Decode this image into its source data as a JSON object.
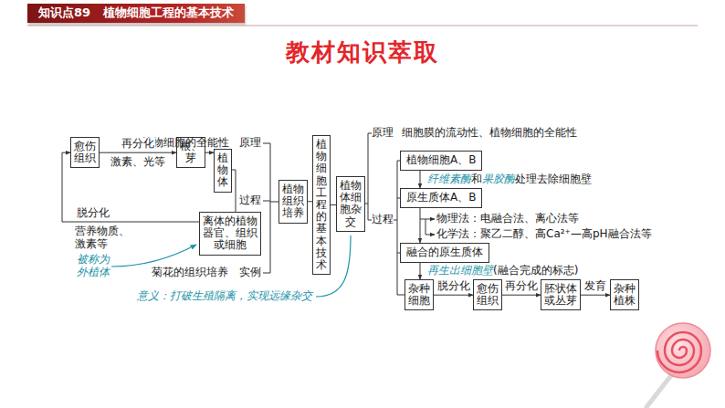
{
  "diagram": {
    "title": "教材知识萃取",
    "nodes": [
      {
        "text": [
          "知识点89",
          "植物细胞工程的基本技术"
        ]
      },
      {
        "text": [
          "愈伤组织"
        ]
      },
      {
        "text": [
          "根、芽"
        ]
      },
      {
        "text": [
          "植物体"
        ]
      },
      {
        "text": [
          "离体的植物器官、组织或细胞"
        ]
      },
      {
        "text": [
          "植物组织培养"
        ]
      },
      {
        "text": [
          "植物细胞工程的基本技术"
        ]
      },
      {
        "text": [
          "植物体细胞杂交"
        ]
      },
      {
        "text": [
          "植物细胞A、B"
        ]
      },
      {
        "text": [
          "原生质体A、B"
        ]
      },
      {
        "text": [
          "融合的原生质体"
        ]
      },
      {
        "text": [
          "杂种细胞"
        ]
      },
      {
        "text": [
          "愈伤组织"
        ]
      },
      {
        "text": [
          "胚状体或丛芽"
        ]
      },
      {
        "text": [
          "杂种植株"
        ]
      }
    ],
    "edges": [
      {
        "from": 1,
        "to": 2,
        "label": "再分化",
        "arrow": "to"
      },
      {
        "from": 2,
        "to": 3,
        "arrow": "to"
      },
      {
        "from": 4,
        "to": 1,
        "arrow": "to"
      },
      {
        "from": 5,
        "to": 6,
        "arrow": "none"
      },
      {
        "from": 6,
        "to": 7,
        "arrow": "none"
      },
      {
        "from": 8,
        "to": 9,
        "arrow": "to"
      },
      {
        "from": 9,
        "to": 10,
        "arrow": "to"
      },
      {
        "from": 10,
        "to": 11,
        "arrow": "to"
      },
      {
        "from": 11,
        "to": 12,
        "label": "脱分化",
        "arrow": "to"
      },
      {
        "from": 12,
        "to": 13,
        "label": "再分化",
        "arrow": "to"
      },
      {
        "from": 13,
        "to": 14,
        "label": "发育",
        "arrow": "to"
      }
    ],
    "labels": [
      "激素、光等",
      "脱分化",
      "营养物质、激素等",
      "被称为外植体",
      "植物细胞的全能性",
      "原理",
      "过程",
      "实例",
      "菊花的组织培养",
      "意义：打破生殖隔离，实现远缘杂交",
      "原理",
      "细胞膜的流动性、植物细胞的全能性",
      "过程",
      "纤维素酶",
      "和",
      "果胶酶",
      "处理去除细胞壁",
      "物理法：电融合法、离心法等",
      "化学法：聚乙二醇、高Ca²⁺—高pH融合法等",
      "再生出细胞壁",
      "(融合完成的标志)"
    ]
  }
}
